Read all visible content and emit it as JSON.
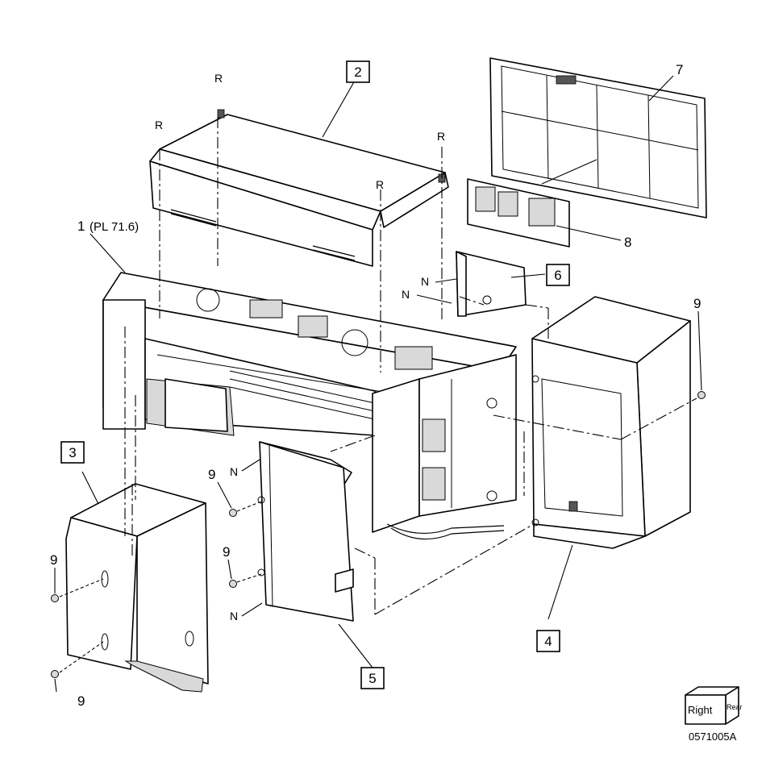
{
  "callouts": {
    "c1": "1",
    "c1_ref": "(PL 71.6)",
    "c2": "2",
    "c3": "3",
    "c4": "4",
    "c5": "5",
    "c6": "6",
    "c7": "7",
    "c8": "8",
    "c9": "9"
  },
  "markers": {
    "r": "R",
    "n": "N"
  },
  "orientation_cube": {
    "front": "Right",
    "side": "Rear"
  },
  "figure_id": "0571005A"
}
